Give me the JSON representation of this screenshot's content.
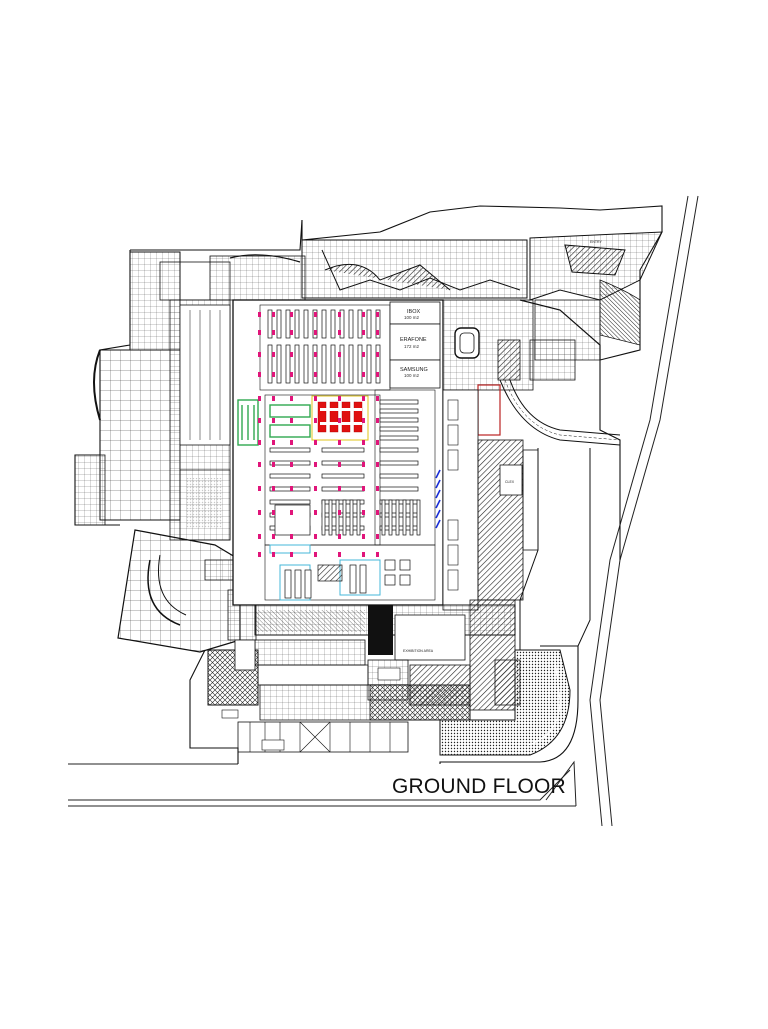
{
  "drawing": {
    "title": "GROUND FLOOR",
    "rooms": [
      {
        "id": "ibox",
        "name": "IBOX",
        "area": "100 m2"
      },
      {
        "id": "erafone",
        "name": "ERAFONE",
        "area": "172 m2"
      },
      {
        "id": "samsung",
        "name": "SAMSUNG",
        "area": "100 m2"
      }
    ],
    "labels": {
      "exhibition": "EXHIBITION AREA",
      "entry": "ENTRY",
      "clex": "CLEX"
    }
  },
  "colors": {
    "line": "#111111",
    "hatch": "#333333",
    "magenta": "#e0157a",
    "red": "#e01010",
    "green": "#2fa84f",
    "blue": "#1a2ed8",
    "cyan": "#44b7d8",
    "yellow": "#e0c51a"
  }
}
